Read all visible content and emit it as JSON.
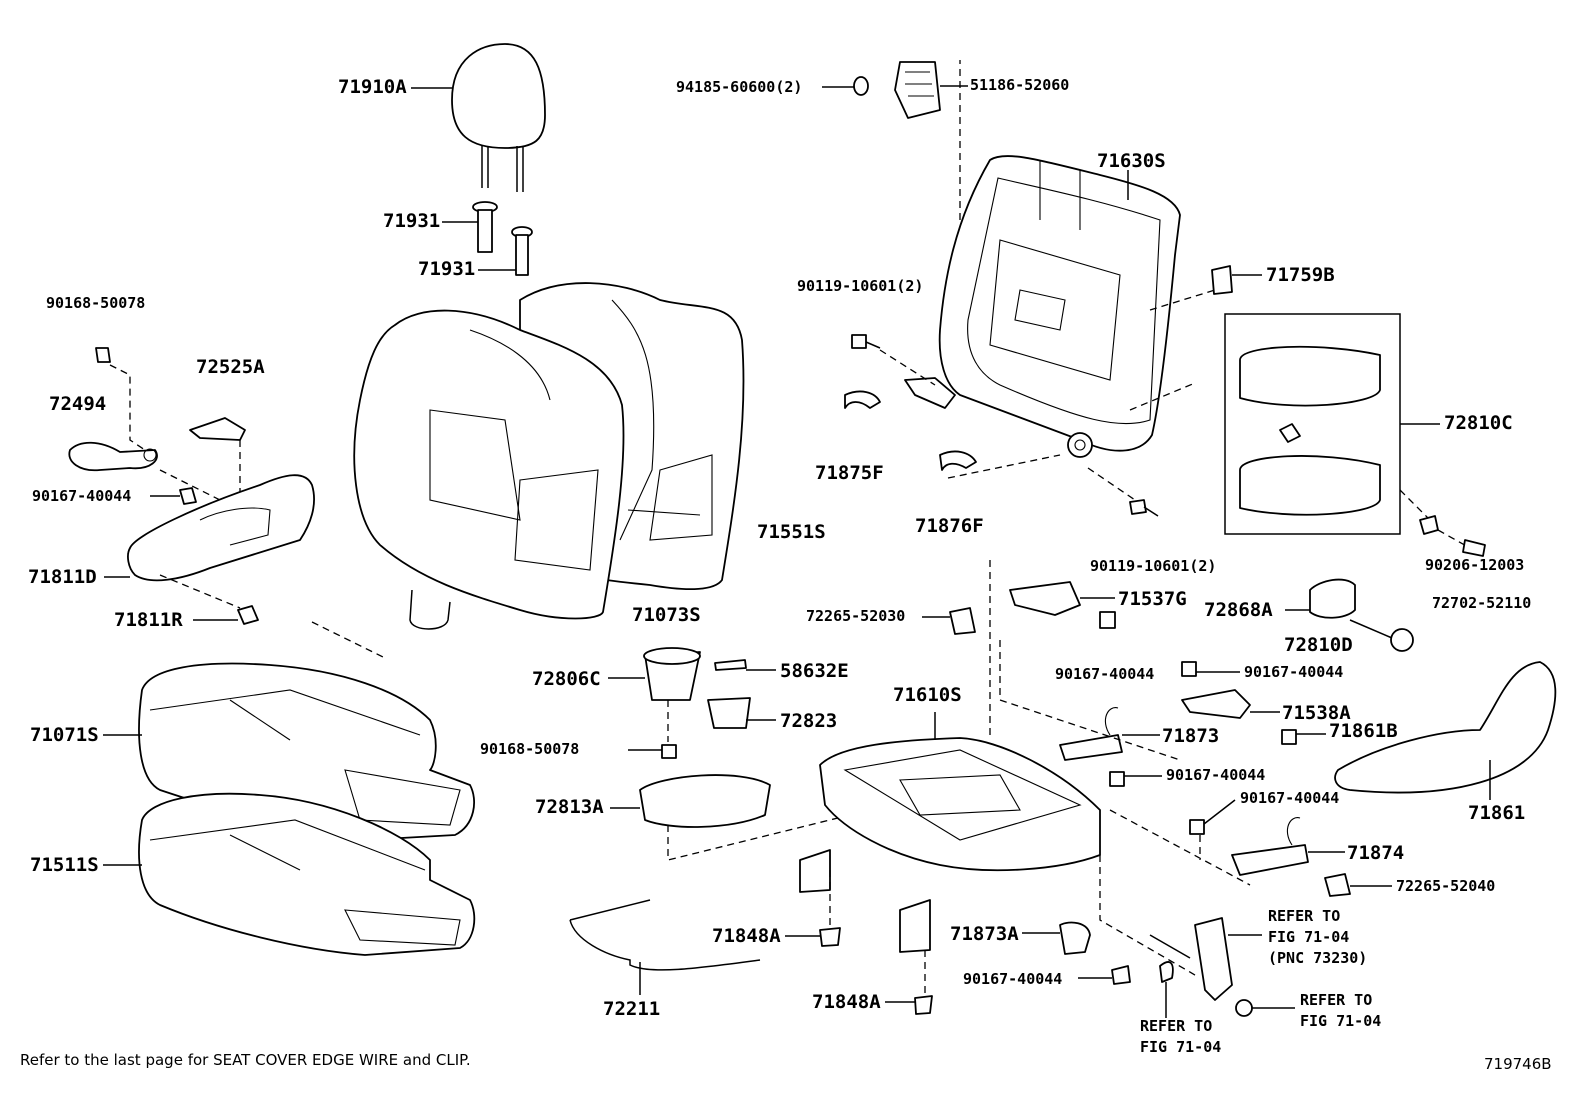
{
  "figure_id": "719746B",
  "footnote": "Refer to the last page for SEAT COVER EDGE WIRE and CLIP.",
  "parts": {
    "headrest": "71910A",
    "support_upper": "71931",
    "support_lower": "71931",
    "nut_top": "94185-60600(2)",
    "recliner_lock": "51186-52060",
    "back_frame": "71630S",
    "clip_71759b": "71759B",
    "bolt_back_upper": "90119-10601(2)",
    "armrest_box_label": "72810C",
    "hinge_cover_71875f": "71875F",
    "hinge_cover_71876f": "71876F",
    "bolt_back_lower": "90119-10601(2)",
    "screw_90206": "90206-12003",
    "bolt_72702": "72702-52110",
    "back_pad": "71551S",
    "back_cover": "71073S",
    "screw_90168_left": "90168-50078",
    "knob_72525a": "72525A",
    "lever_72494": "72494",
    "screw_90167_left": "90167-40044",
    "shield_71811d": "71811D",
    "clip_71811r": "71811R",
    "cushion_cover": "71071S",
    "cushion_pad": "71511S",
    "bracket_71537g": "71537G",
    "hook_72265_upper": "72265-52030",
    "screw_90167_a": "90167-40044",
    "cover_72868a": "72868A",
    "cap_72810d": "72810D",
    "screw_90167_b": "90167-40044",
    "cup_72806c": "72806C",
    "plate_58632e": "58632E",
    "tray_72823": "72823",
    "screw_90168_mid": "90168-50078",
    "cushion_frame": "71610S",
    "bracket_71538a": "71538A",
    "clip_71861b": "71861B",
    "link_71873": "71873",
    "screw_90167_c": "90167-40044",
    "tray_72813a": "72813A",
    "screw_90167_d": "90167-40044",
    "shield_71861": "71861",
    "link_71874": "71874",
    "hook_72265_lower": "72265-52040",
    "cap_71848a_upper": "71848A",
    "cover_71873a": "71873A",
    "screw_90167_e": "90167-40044",
    "wire_72211": "72211",
    "cap_71848a_lower": "71848A"
  },
  "refs": {
    "buckle": [
      "REFER TO",
      "FIG 71-04",
      "(PNC 73230)"
    ],
    "nut_right": [
      "REFER TO",
      "FIG 71-04"
    ],
    "washer_bottom": [
      "REFER TO",
      "FIG 71-04"
    ]
  }
}
